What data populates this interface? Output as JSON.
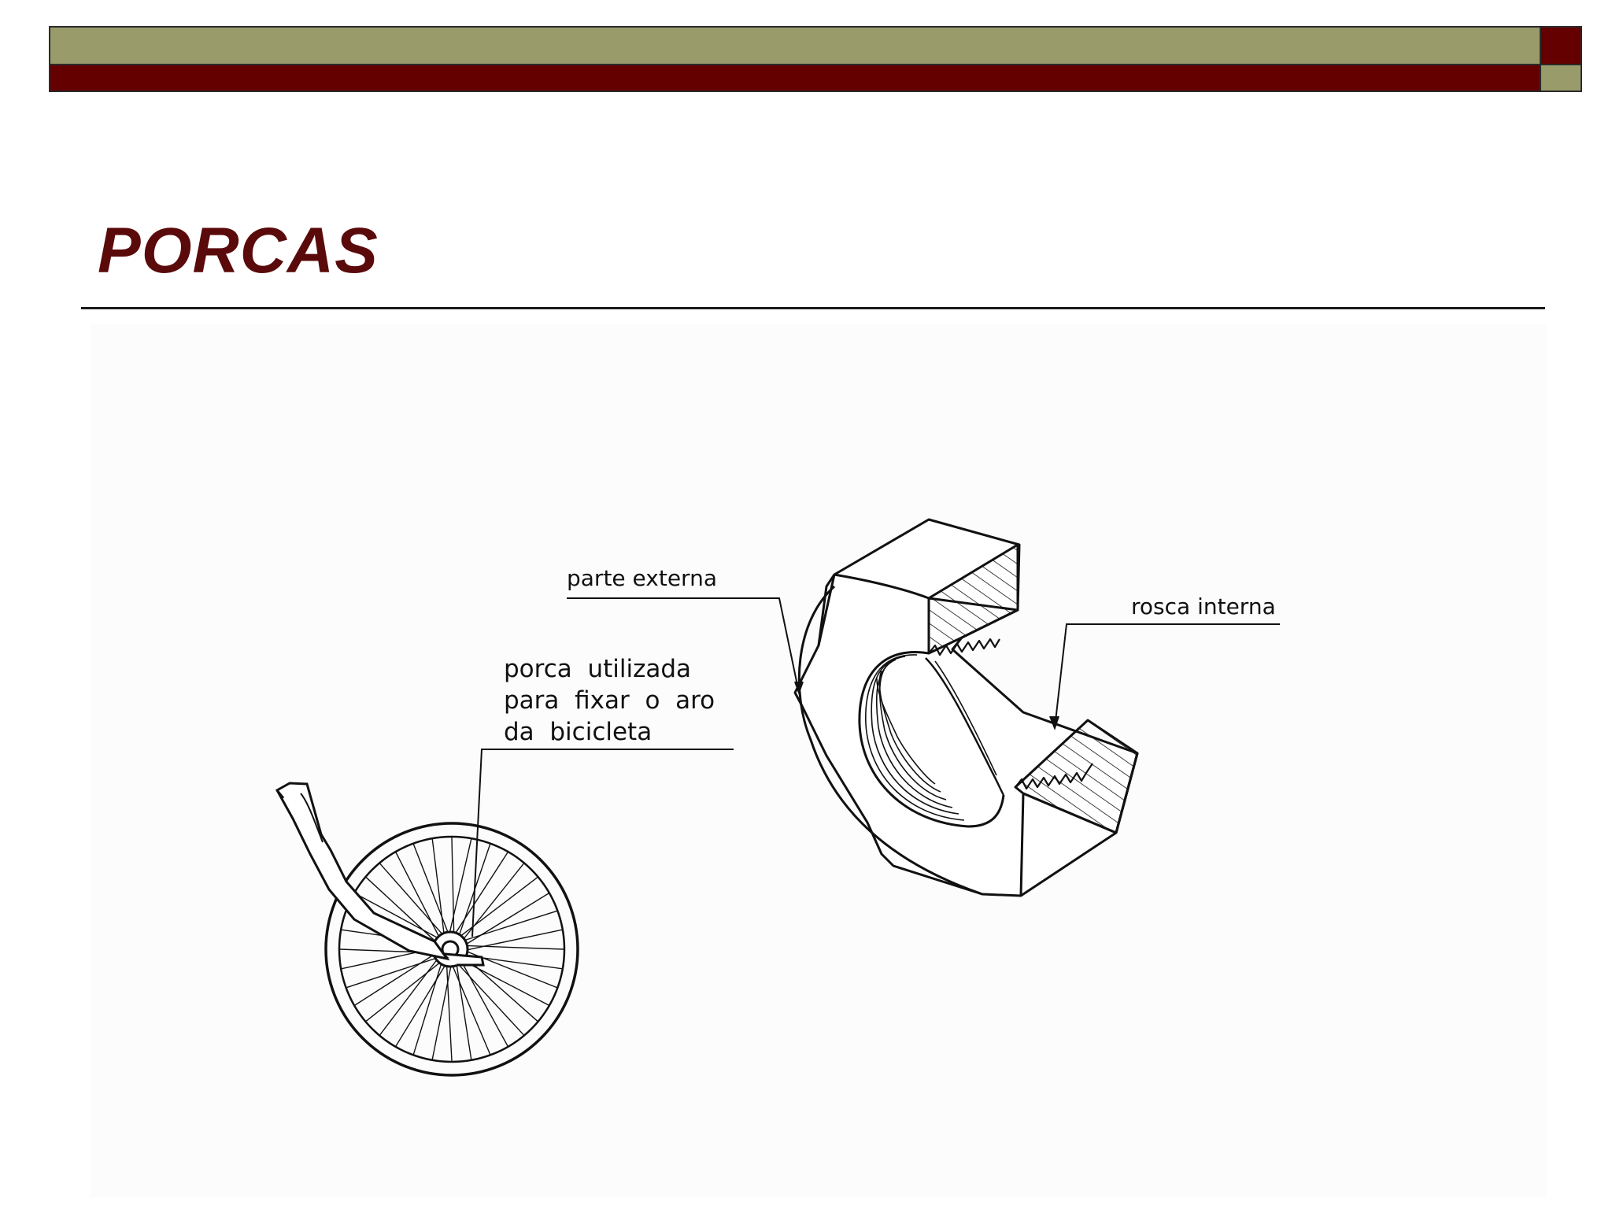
{
  "slide": {
    "title": "PORCAS"
  },
  "figure": {
    "label_parte_externa": "parte externa",
    "label_rosca_interna": "rosca interna",
    "label_porca_line1": "porca  utilizada",
    "label_porca_line2": "para  fixar  o  aro",
    "label_porca_line3": "da  bicicleta"
  },
  "colors": {
    "olive": "#9a9b6a",
    "maroon": "#640000",
    "title": "#5a0a0a"
  }
}
